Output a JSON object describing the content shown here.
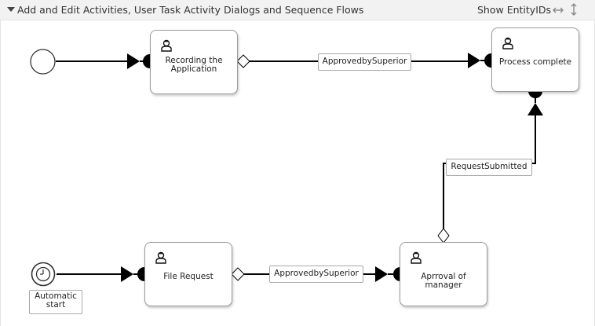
{
  "header": {
    "title": "Add and Edit Activities, User Task Activity Dialogs and Sequence Flows",
    "show_entity_ids": "Show EntityIDs"
  },
  "activities": [
    {
      "name": "Recording the Application",
      "line1": "Recording the",
      "line2": "Application",
      "icon": "user-icon"
    },
    {
      "name": "Process complete",
      "icon": "user-icon"
    },
    {
      "name": "File Request",
      "icon": "user-icon"
    },
    {
      "name": "Aprroval of manager",
      "icon": "user-icon"
    }
  ],
  "sequence_flows": [
    {
      "label": "ApprovedbySuperior"
    },
    {
      "label": "RequestSubmitted"
    },
    {
      "label": "ApprovedbySuperior"
    }
  ],
  "start_events": [
    {
      "type": "plain",
      "icon": "circle-icon"
    },
    {
      "type": "timer",
      "icon": "clock-icon",
      "label_line1": "Automatic",
      "label_line2": "start"
    }
  ],
  "colors": {
    "header_bg": "#f2f2f2",
    "box_border": "#9a9a9a",
    "connector": "#000000"
  }
}
